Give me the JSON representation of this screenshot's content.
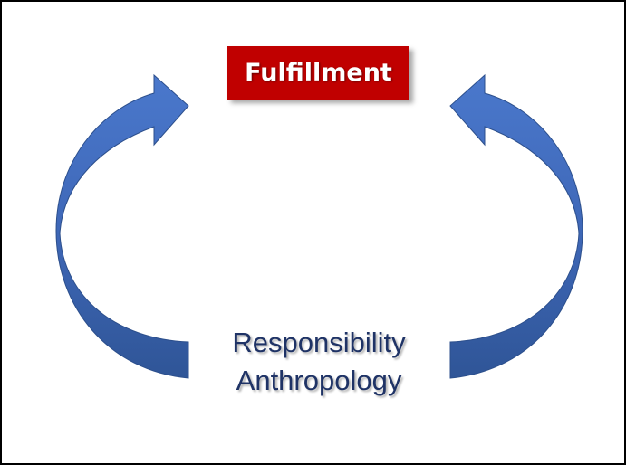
{
  "top_label": "Fulfillment",
  "bottom_labels": [
    "Responsibility",
    "Anthropology"
  ],
  "colors": {
    "box": "#c00000",
    "arrow_top": "#4472c4",
    "arrow_bottom": "#2f5597",
    "text": "#1f3366"
  }
}
